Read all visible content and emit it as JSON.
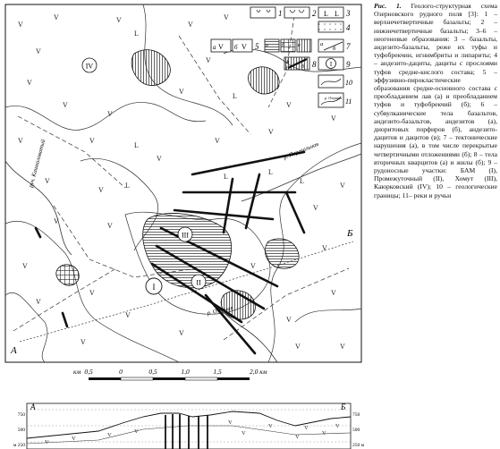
{
  "figure": {
    "caption_title": "Рис. 1.",
    "caption_body": "Геолого-структурная схема Озерновского рудного поля [3]: 1 – верхнечетвертичные базальты; 2 – нижнечетвертичные базальты; 3–6 – неогеновые образования: 3 – базальты, андезито-базальты, реже их туфы и туфобрекчии, игнимбриты и липариты; 4 – андезито-дациты, дациты с прослоями туфов средне-кислого состава; 5 – эффузивно-пирокластические образования средне-основного состава с преобладанием лав (а) и преобладанием туфов и туфобрекчий (б); 6 – субвулканические тела базальтов, андезито-базальтов, андезитов (а), диоритовых порфиров (б), андезито-дацитов и дацитов (в); 7 – тектонические нарушения (а), в том числе перекрытые четвертичными отложениями (б); 8 – тела вторичных кварцитов (а) и жилы (б); 9 – рудоносные участки: БАМ (I), Промежуточный (II), Хомут (III), Каюрковский (IV); 10 – геологические границы; 11– реки и ручьи"
  },
  "legend": {
    "numbers": [
      "1",
      "2",
      "3",
      "4",
      "5",
      "7",
      "8",
      "9",
      "10",
      "11"
    ],
    "sub_a": "а",
    "sub_b": "б",
    "sub_c": "в",
    "symbol_L": "L",
    "symbol_V": "V",
    "symbol_I": "I",
    "river_sample": "р. Озерная"
  },
  "map": {
    "areas": [
      "I",
      "II",
      "III",
      "IV"
    ],
    "rivers": [
      "руч. Кашкаловатый",
      "р. Перевальная",
      "р. Озерная"
    ],
    "section_start": "А",
    "section_end": "Б"
  },
  "scale": {
    "unit_left": "км",
    "ticks": [
      "0,5",
      "0",
      "0,5",
      "1,0",
      "1,5",
      "2,0 км"
    ]
  },
  "section": {
    "label_a": "А",
    "label_b": "Б",
    "elev_top": "750",
    "elev_mid": "500",
    "elev_low": "250",
    "elev_low_left": "м 250",
    "elev_low_right": "250 м"
  },
  "colors": {
    "ink": "#111111",
    "hatch": "#222222",
    "paper": "#ffffff"
  }
}
